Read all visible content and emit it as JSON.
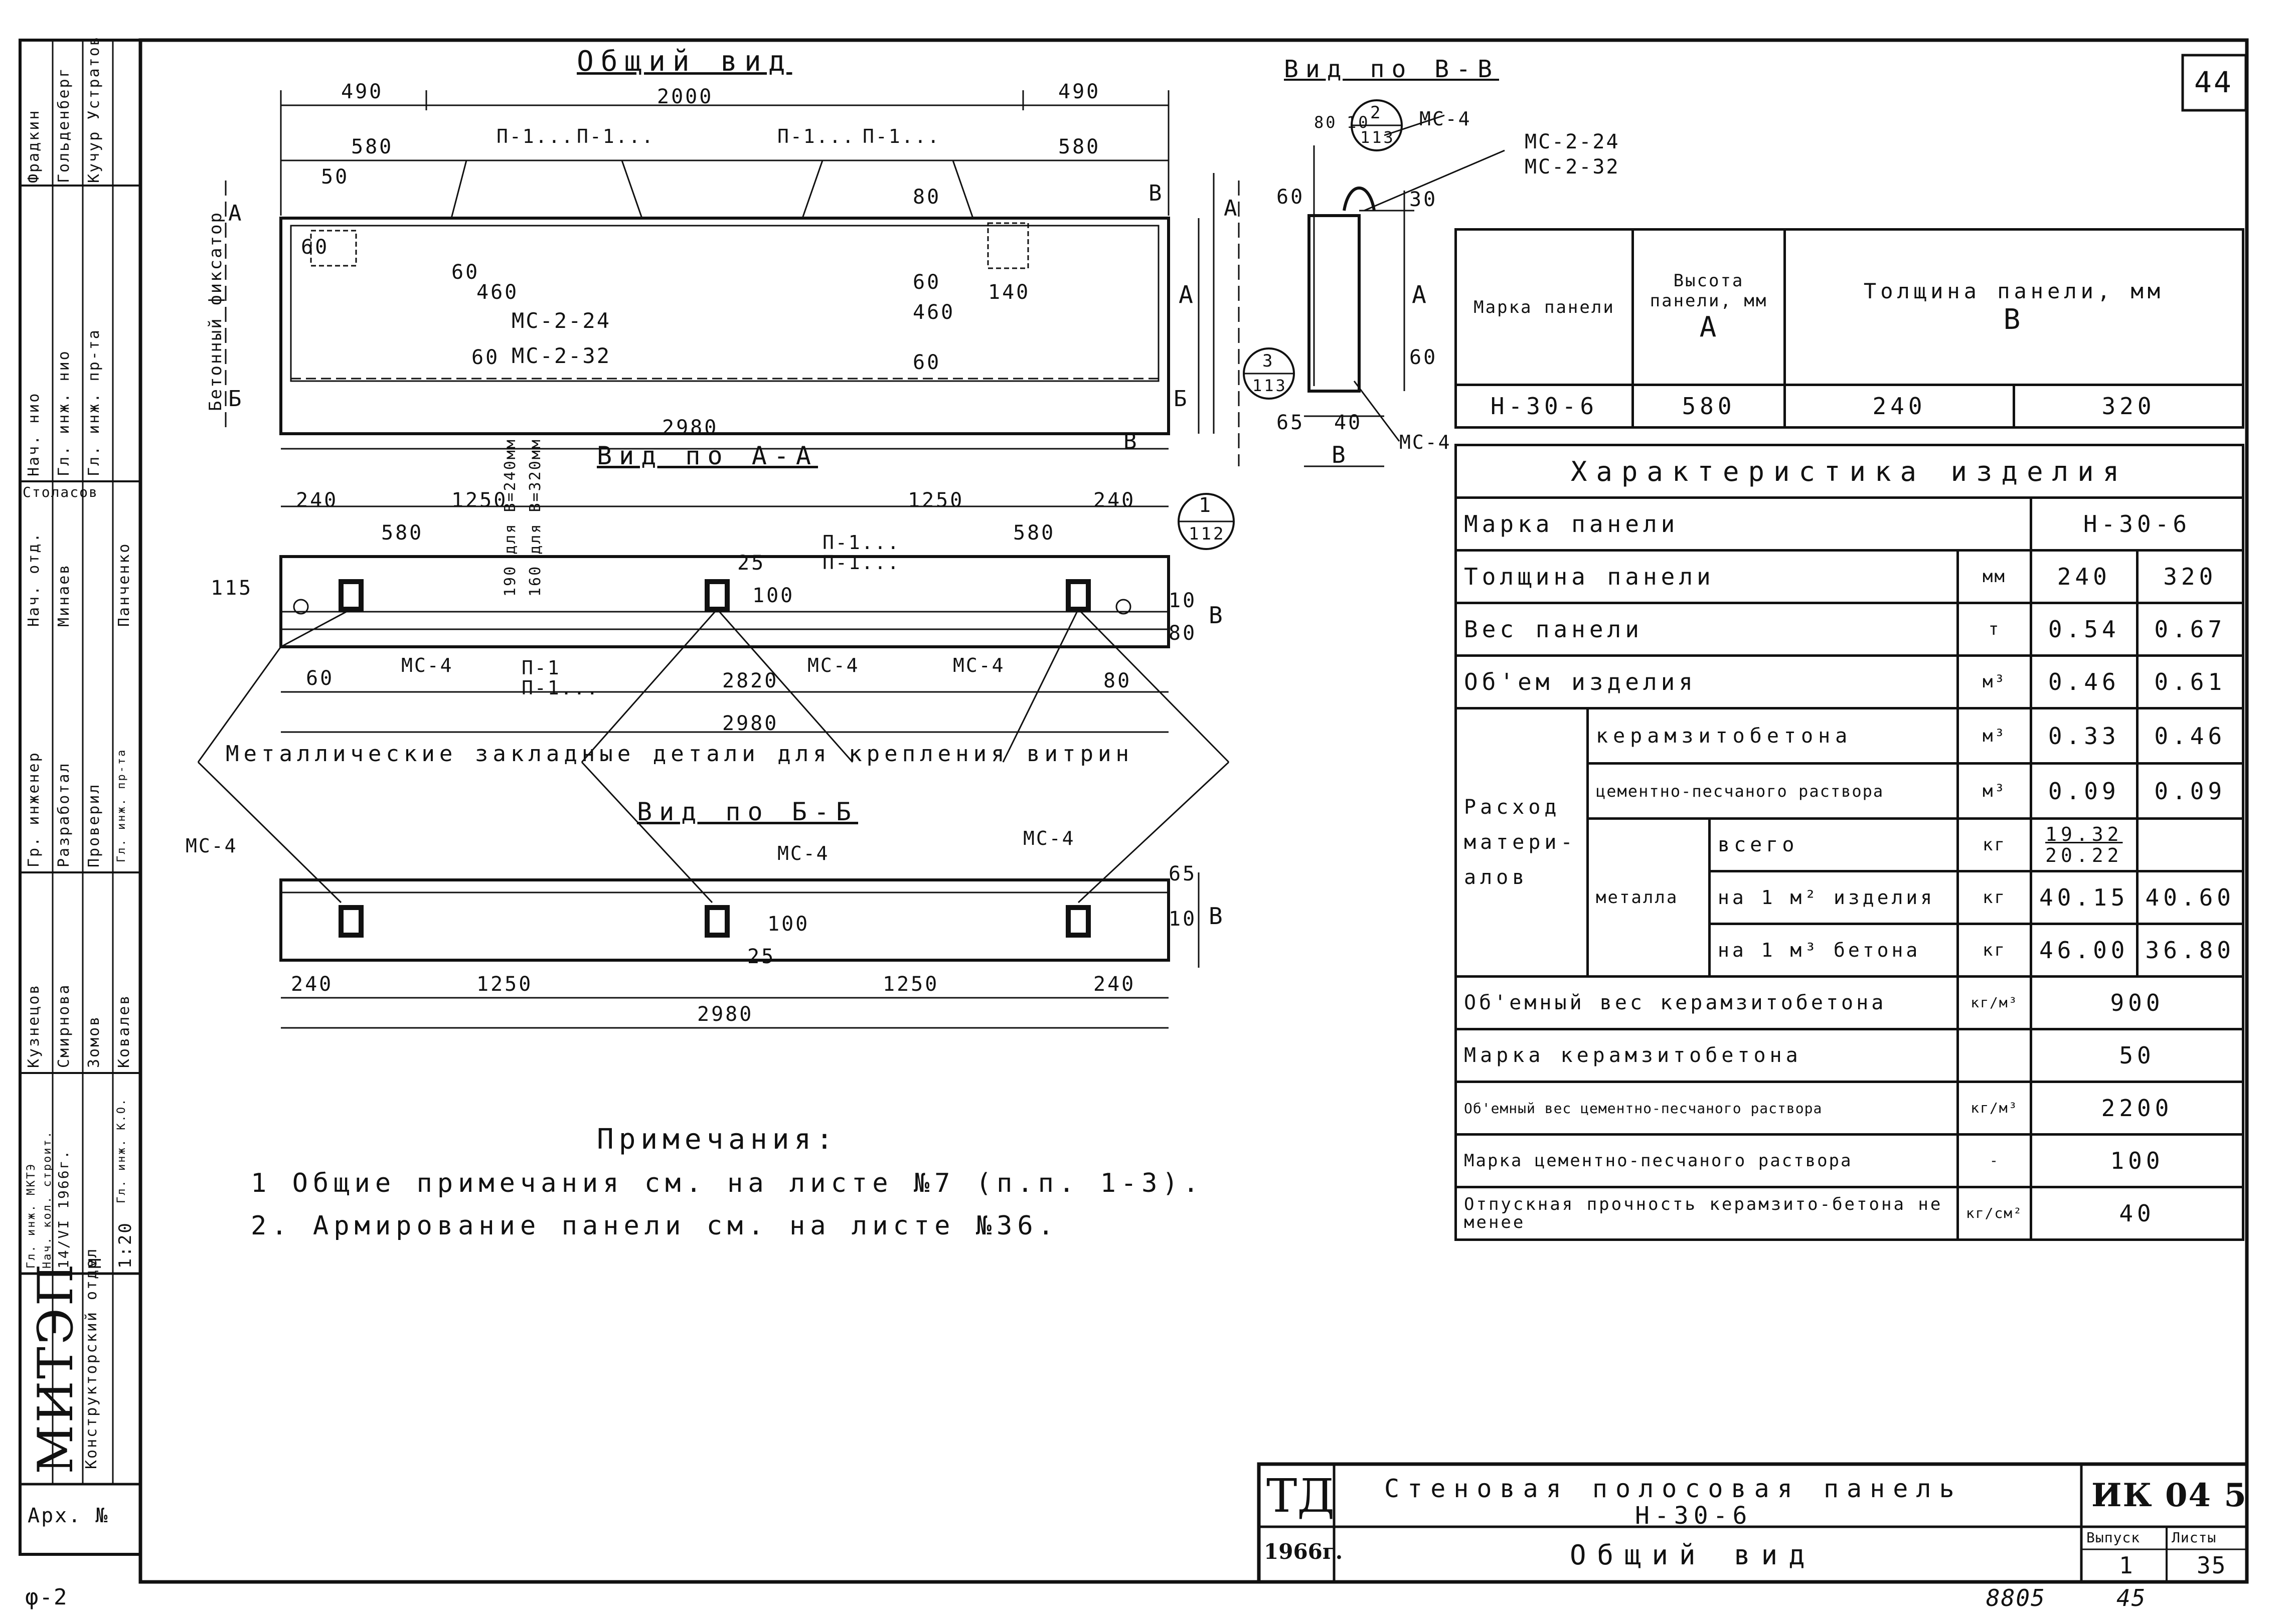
{
  "sheet": {
    "page_no": "44",
    "corner_bottom_left": "φ-2",
    "bottom_right_number": "8805",
    "bottom_right_initials": "45"
  },
  "views": {
    "general": {
      "title": "Общий вид",
      "dims_top": [
        "490",
        "2000",
        "490"
      ],
      "dims_second": [
        "580",
        "580"
      ],
      "loops": [
        "П-1...",
        "П-1...",
        "П-1...",
        "П-1..."
      ],
      "dims_left": [
        "60",
        "460",
        "60",
        "60",
        "50"
      ],
      "dims_right": [
        "60",
        "460",
        "60",
        "140",
        "80"
      ],
      "embed_labels": [
        "МС-2-24",
        "МС-2-32"
      ],
      "bottom_dim": "2980",
      "side_label": "Бетонный фиксатор",
      "section_marks": [
        "А",
        "Б",
        "В",
        "В",
        "А",
        "Б"
      ],
      "height_label": "А"
    },
    "view_aa": {
      "title": "Вид по А-А",
      "dims_top": [
        "240",
        "1250",
        "1250",
        "240"
      ],
      "dims_second": [
        "580",
        "580"
      ],
      "note_h": [
        "190 для В=240мм",
        "160 для В=320мм"
      ],
      "loops": [
        "П-1...",
        "П-1..."
      ],
      "dims_misc": [
        "115",
        "25",
        "100",
        "10",
        "80",
        "В"
      ],
      "embeds": [
        "МС-4",
        "МС-4",
        "МС-4"
      ],
      "bottom_dims": [
        "60",
        "2820",
        "80"
      ],
      "bottom_total": "2980",
      "callout_num": "1",
      "callout_sheet": "112",
      "loop_bottom": [
        "П-1",
        "П-1..."
      ],
      "caption": "Металлические закладные детали для крепления витрин"
    },
    "view_bb": {
      "title": "Вид по Б-Б",
      "embeds": [
        "МС-4",
        "МС-4",
        "МС-4"
      ],
      "dims": [
        "240",
        "1250",
        "1250",
        "240"
      ],
      "total": "2980",
      "dims_misc": [
        "65",
        "10",
        "В",
        "25",
        "100"
      ]
    },
    "view_vv": {
      "title": "Вид по В-В",
      "labels": [
        "МС-4",
        "МС-2-24",
        "МС-2-32",
        "МС-4"
      ],
      "callout_top": [
        "2",
        "113"
      ],
      "callout_bottom": [
        "3",
        "113"
      ],
      "dims": [
        "80",
        "10",
        "60",
        "30",
        "60",
        "65",
        "40",
        "В",
        "А"
      ]
    }
  },
  "panel_table": {
    "headers": [
      "Марка панели",
      "Высота панели, мм",
      "А",
      "Толщина панели, мм",
      "В"
    ],
    "row": [
      "Н-30-6",
      "580",
      "240",
      "320"
    ]
  },
  "characteristics": {
    "title": "Характеристика изделия",
    "rows": [
      {
        "name": "Марка панели",
        "unit": "",
        "v1": "Н-30-6",
        "v2": ""
      },
      {
        "name": "Толщина панели",
        "unit": "мм",
        "v1": "240",
        "v2": "320"
      },
      {
        "name": "Вес панели",
        "unit": "т",
        "v1": "0.54",
        "v2": "0.67"
      },
      {
        "name": "Об'ем изделия",
        "unit": "м³",
        "v1": "0.46",
        "v2": "0.61"
      }
    ],
    "consumption_label": "Расход",
    "materials_label": "матери-алов",
    "metal_label": "металла",
    "consumption_rows": [
      {
        "name": "керамзитобетона",
        "unit": "м³",
        "v1": "0.33",
        "v2": "0.46"
      },
      {
        "name": "цементно-песчаного раствора",
        "unit": "м³",
        "v1": "0.09",
        "v2": "0.09"
      },
      {
        "name": "всего",
        "unit": "кг",
        "v1": "19.32",
        "v1b": "20.22",
        "v2": ""
      },
      {
        "name": "на 1 м² изделия",
        "unit": "кг",
        "v1": "40.15",
        "v2": "40.60"
      },
      {
        "name": "на 1 м³ бетона",
        "unit": "кг",
        "v1": "46.00",
        "v2": "36.80"
      }
    ],
    "tail_rows": [
      {
        "name": "Об'емный вес керамзитобетона",
        "unit": "кг/м³",
        "value": "900"
      },
      {
        "name": "Марка керамзитобетона",
        "unit": "",
        "value": "50"
      },
      {
        "name": "Об'емный вес цементно-песчаного раствора",
        "unit": "кг/м³",
        "value": "2200"
      },
      {
        "name": "Марка цементно-песчаного раствора",
        "unit": "-",
        "value": "100"
      },
      {
        "name": "Отпускная прочность керамзито-бетона не менее",
        "unit": "кг/см²",
        "value": "40"
      }
    ]
  },
  "notes": {
    "title": "Примечания:",
    "items": [
      "1 Общие примечания см. на листе №7 (п.п. 1-3).",
      "2. Армирование панели см. на листе №36."
    ]
  },
  "title_block": {
    "org_short": "ТД",
    "year": "1966г.",
    "product_line1": "Стеновая полосовая панель",
    "product_line2": "Н-30-6",
    "view_name": "Общий вид",
    "code": "ИК 04 5",
    "issue_label": "Выпуск",
    "issue": "1",
    "sheet_label": "Листы",
    "sheet": "35"
  },
  "side_stamp": {
    "org": "МИТЭП",
    "dept": "Конструкторский отдел",
    "arch_no": "Арх. №",
    "date": "14/VI 1966г.",
    "scale_label": "М",
    "scale": "1:20",
    "people": [
      "Фрадкин",
      "Гольденберг",
      "Кучур Устратов",
      "Нач. нио",
      "Гл. инж. нио",
      "Гл. инж. пр-та",
      "Столасов",
      "Нач. отд.",
      "Минаев",
      "Панченко",
      "Гр. инженер",
      "Разработал",
      "Проверил",
      "Смирнова",
      "Зомов",
      "Ковалев",
      "Кузнецов",
      "Гл. инж. МКТЭ",
      "Нач. кол. строит.",
      "Гл. инж. К.О.",
      "Гл. инж. пр-та"
    ]
  }
}
